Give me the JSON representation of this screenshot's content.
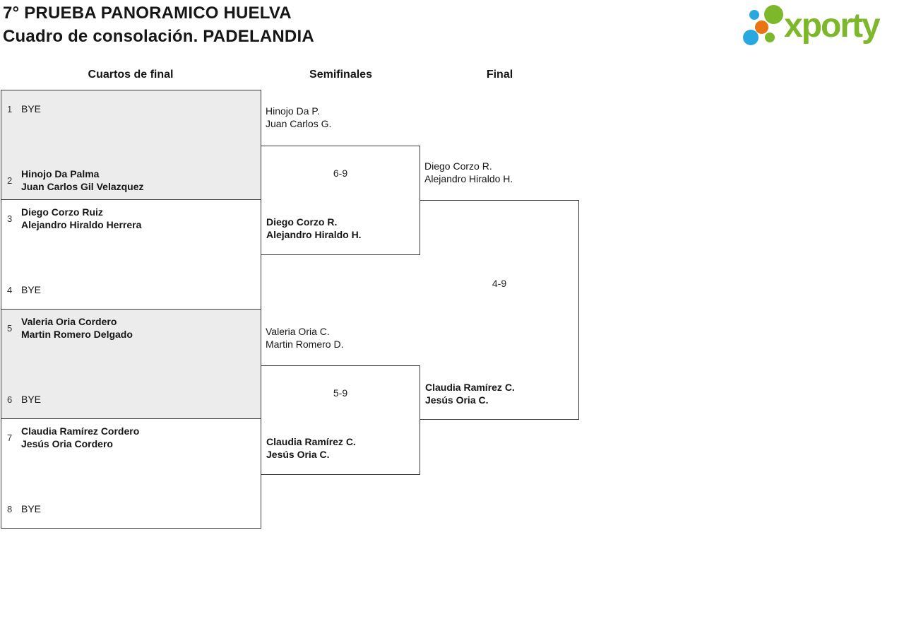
{
  "header": {
    "title_line1": "7° PRUEBA PANORAMICO HUELVA",
    "title_line2": "Cuadro de consolación. PADELANDIA",
    "logo_text": "xporty"
  },
  "columns": [
    "Cuartos de final",
    "Semifinales",
    "Final"
  ],
  "bracket": {
    "quarterfinals": [
      {
        "slots": [
          {
            "seed": "1",
            "line1": "BYE",
            "line2": ""
          },
          {
            "seed": "2",
            "line1": "Hinojo Da Palma",
            "line2": "Juan Carlos Gil Velazquez"
          }
        ]
      },
      {
        "slots": [
          {
            "seed": "3",
            "line1": "Diego Corzo Ruiz",
            "line2": "Alejandro Hiraldo Herrera"
          },
          {
            "seed": "4",
            "line1": "BYE",
            "line2": ""
          }
        ]
      },
      {
        "slots": [
          {
            "seed": "5",
            "line1": "Valeria Oria Cordero",
            "line2": "Martin Romero Delgado"
          },
          {
            "seed": "6",
            "line1": "BYE",
            "line2": ""
          }
        ]
      },
      {
        "slots": [
          {
            "seed": "7",
            "line1": "Claudia Ramírez Cordero",
            "line2": "Jesús Oria Cordero"
          },
          {
            "seed": "8",
            "line1": "BYE",
            "line2": ""
          }
        ]
      }
    ],
    "semifinals": [
      {
        "top": {
          "line1": "Hinojo Da P.",
          "line2": "Juan Carlos G."
        },
        "score": "6-9",
        "bottom": {
          "line1": "Diego Corzo R.",
          "line2": "Alejandro Hiraldo H."
        }
      },
      {
        "top": {
          "line1": "Valeria Oria C.",
          "line2": "Martin Romero D."
        },
        "score": "5-9",
        "bottom": {
          "line1": "Claudia Ramírez C.",
          "line2": "Jesús Oria C."
        }
      }
    ],
    "final": {
      "top": {
        "line1": "Diego Corzo R.",
        "line2": "Alejandro Hiraldo H."
      },
      "score": "4-9",
      "bottom": {
        "line1": "Claudia Ramírez C.",
        "line2": "Jesús Oria C."
      }
    }
  },
  "colors": {
    "brand_green": "#7cb82a",
    "brand_blue": "#29a8e0",
    "brand_orange": "#e87511",
    "box_gray": "#ececec",
    "border": "#3a3a3a"
  }
}
